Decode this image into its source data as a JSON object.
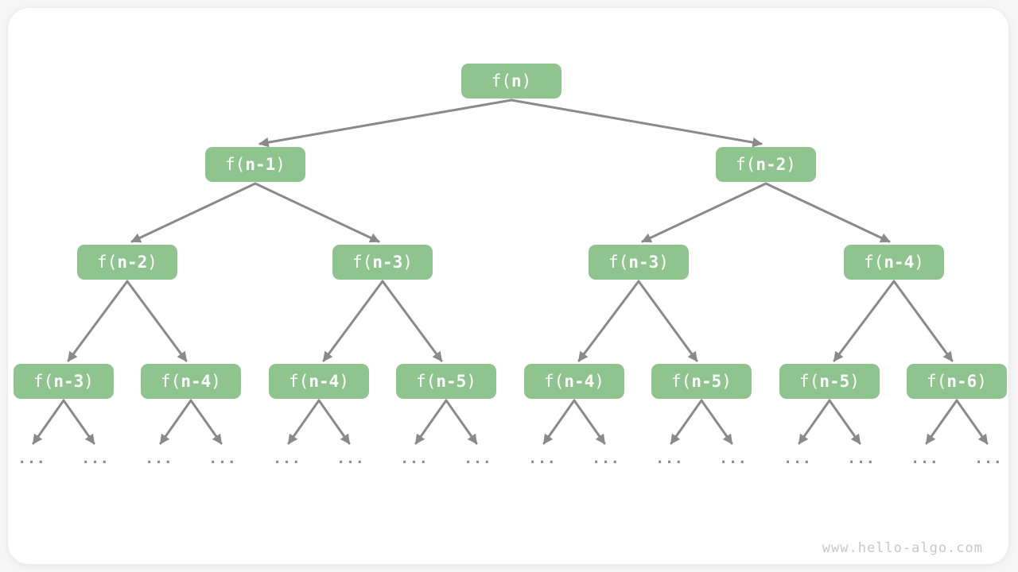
{
  "colors": {
    "node_fill": "#8FC48F",
    "node_text": "#FFFFFF",
    "arrow": "#8A8A8A",
    "card_bg": "#FFFFFF",
    "watermark": "#C8C8C8"
  },
  "ellipsis": "...",
  "watermark": "www.hello-algo.com",
  "tree": {
    "description": "Recursion tree of fibonacci-style calls",
    "levels": [
      {
        "nodes": [
          {
            "pre": "f(",
            "arg": "n",
            "post": ")"
          }
        ]
      },
      {
        "nodes": [
          {
            "pre": "f(",
            "arg": "n-1",
            "post": ")"
          },
          {
            "pre": "f(",
            "arg": "n-2",
            "post": ")"
          }
        ]
      },
      {
        "nodes": [
          {
            "pre": "f(",
            "arg": "n-2",
            "post": ")"
          },
          {
            "pre": "f(",
            "arg": "n-3",
            "post": ")"
          },
          {
            "pre": "f(",
            "arg": "n-3",
            "post": ")"
          },
          {
            "pre": "f(",
            "arg": "n-4",
            "post": ")"
          }
        ]
      },
      {
        "nodes": [
          {
            "pre": "f(",
            "arg": "n-3",
            "post": ")"
          },
          {
            "pre": "f(",
            "arg": "n-4",
            "post": ")"
          },
          {
            "pre": "f(",
            "arg": "n-4",
            "post": ")"
          },
          {
            "pre": "f(",
            "arg": "n-5",
            "post": ")"
          },
          {
            "pre": "f(",
            "arg": "n-4",
            "post": ")"
          },
          {
            "pre": "f(",
            "arg": "n-5",
            "post": ")"
          },
          {
            "pre": "f(",
            "arg": "n-5",
            "post": ")"
          },
          {
            "pre": "f(",
            "arg": "n-6",
            "post": ")"
          }
        ]
      }
    ]
  }
}
